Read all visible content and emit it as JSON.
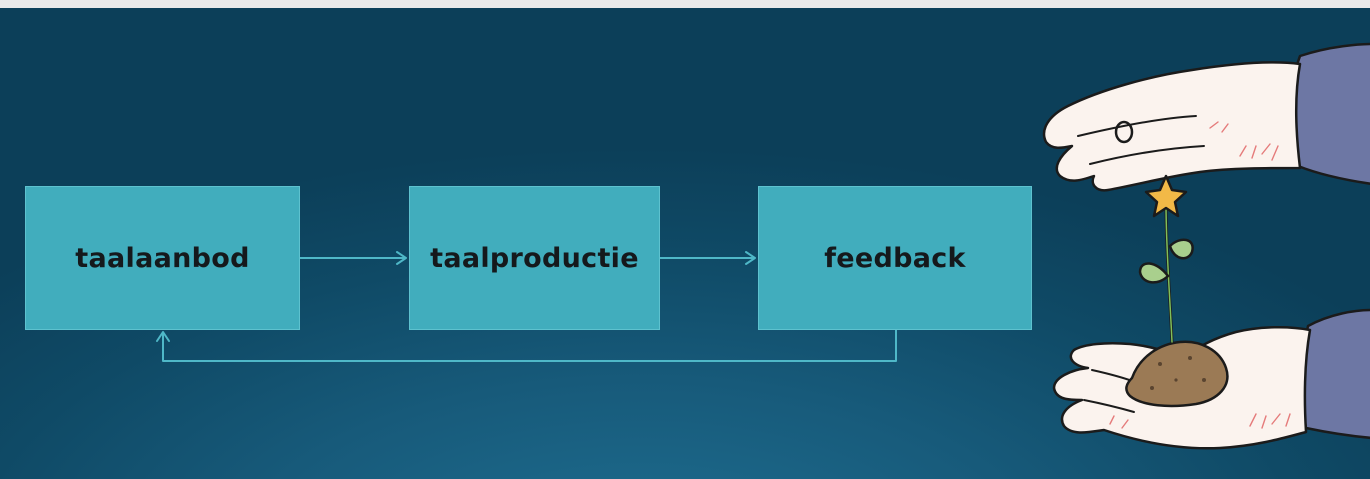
{
  "diagram": {
    "nodes": [
      {
        "id": "taalaanbod",
        "label": "taalaanbod"
      },
      {
        "id": "taalproductie",
        "label": "taalproductie"
      },
      {
        "id": "feedback",
        "label": "feedback"
      }
    ],
    "edges": [
      {
        "from": "taalaanbod",
        "to": "taalproductie"
      },
      {
        "from": "taalproductie",
        "to": "feedback"
      },
      {
        "from": "feedback",
        "to": "taalaanbod"
      }
    ]
  },
  "colors": {
    "background": "#175a7a",
    "box_fill": "#41adbd",
    "connector": "#4fb8c8",
    "label_text": "#15191c"
  },
  "illustration": {
    "description_icon": "hands-protecting-seedling-icon"
  }
}
